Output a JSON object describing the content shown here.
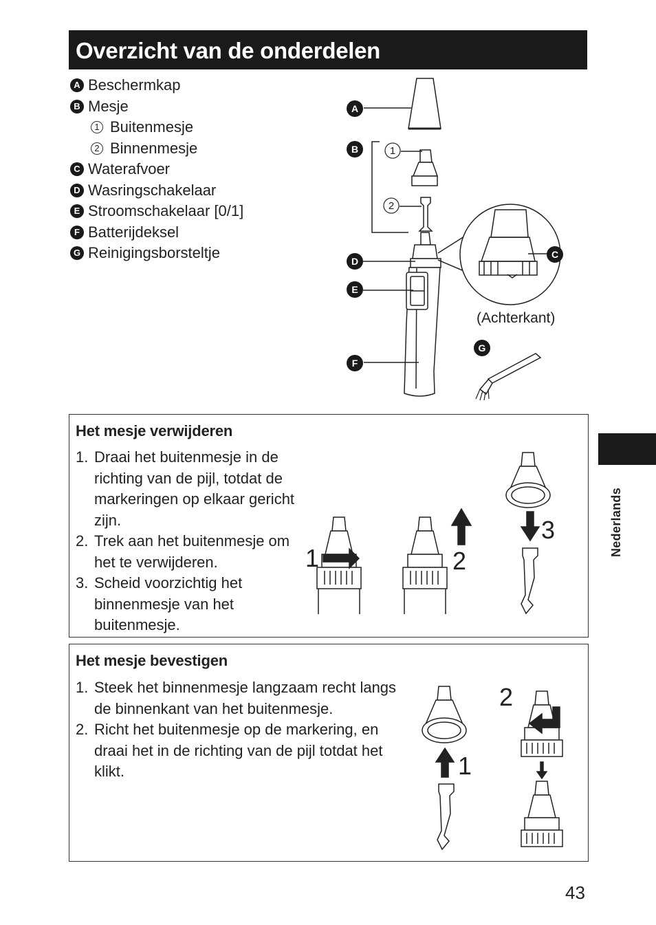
{
  "title": "Overzicht van de onderdelen",
  "parts": [
    {
      "letter": "A",
      "label": "Beschermkap"
    },
    {
      "letter": "B",
      "label": "Mesje"
    },
    {
      "num": "1",
      "label": "Buitenmesje"
    },
    {
      "num": "2",
      "label": "Binnenmesje"
    },
    {
      "letter": "C",
      "label": "Waterafvoer"
    },
    {
      "letter": "D",
      "label": "Wasringschakelaar"
    },
    {
      "letter": "E",
      "label": "Stroomschakelaar [0/1]"
    },
    {
      "letter": "F",
      "label": "Batterijdeksel"
    },
    {
      "letter": "G",
      "label": "Reinigingsborsteltje"
    }
  ],
  "diagram": {
    "labels": {
      "a": "A",
      "b": "B",
      "c": "C",
      "d": "D",
      "e": "E",
      "f": "F",
      "g": "G",
      "n1": "1",
      "n2": "2"
    },
    "back_caption": "(Achterkant)"
  },
  "remove": {
    "title": "Het mesje verwijderen",
    "steps": [
      {
        "num": "1.",
        "text": "Draai het buitenmesje in de richting van de pijl, totdat de markeringen op elkaar gericht zijn."
      },
      {
        "num": "2.",
        "text": "Trek aan het buitenmesje om het te verwijderen."
      },
      {
        "num": "3.",
        "text": "Scheid voorzichtig het binnenmesje van het buitenmesje."
      }
    ],
    "fig_labels": {
      "s1": "1",
      "s2": "2",
      "s3": "3"
    }
  },
  "attach": {
    "title": "Het mesje bevestigen",
    "steps": [
      {
        "num": "1.",
        "text": "Steek het binnenmesje langzaam recht langs de binnenkant van het buitenmesje."
      },
      {
        "num": "2.",
        "text": "Richt het buitenmesje op de markering, en draai het in de richting van de pijl totdat het klikt."
      }
    ],
    "fig_labels": {
      "s1": "1",
      "s2": "2"
    }
  },
  "side_label": "Nederlands",
  "page_number": "43"
}
